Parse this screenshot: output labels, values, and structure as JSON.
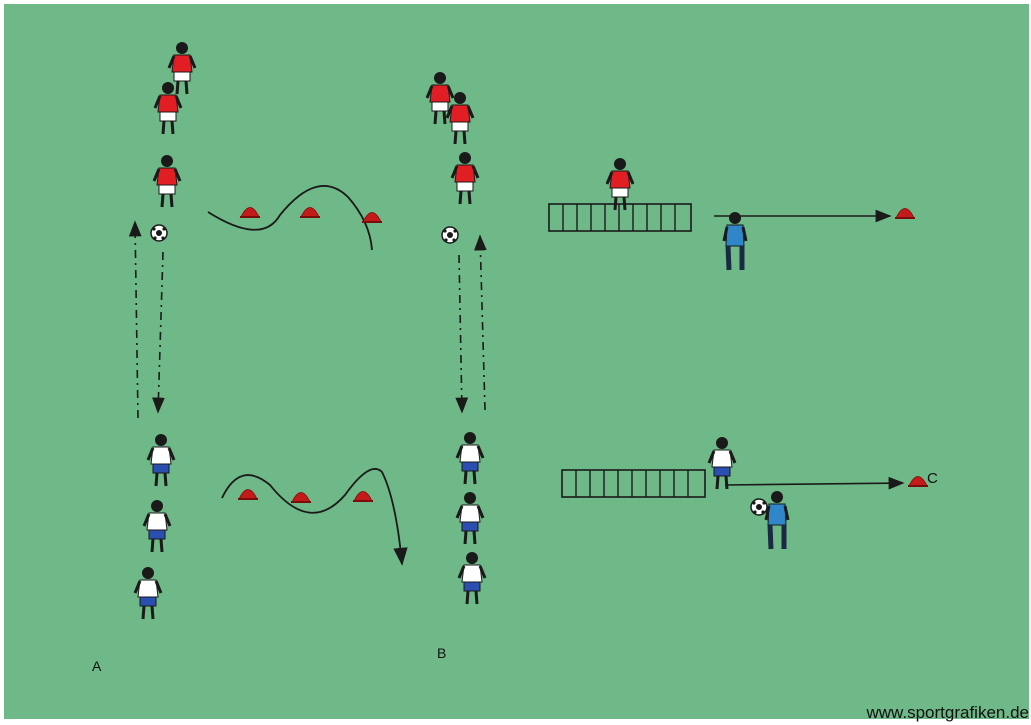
{
  "labels": {
    "a": "A",
    "b": "B",
    "c": "C"
  },
  "credit": "www.sportgrafiken.de",
  "colors": {
    "field": "#6fb887",
    "red_team_shirt": "#e01e24",
    "blue_team_shorts": "#2b4fb0",
    "coach": "#2f86c9",
    "cone": "#c41a1a",
    "line": "#1a1a1a"
  },
  "icons": {
    "red_player": "player-red-icon",
    "white_player": "player-white-icon",
    "coach": "coach-icon",
    "ball": "ball-icon",
    "cone": "cone-icon",
    "ladder": "ladder-icon"
  }
}
